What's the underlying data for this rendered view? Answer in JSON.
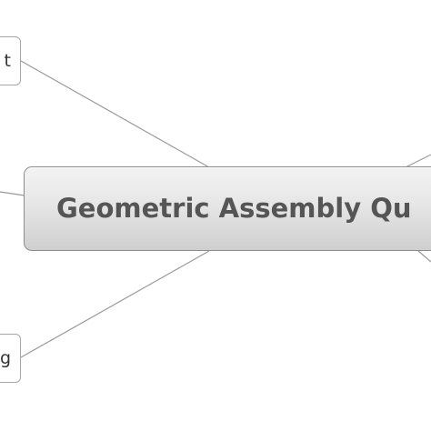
{
  "central_topic": {
    "title": "Geometric Assembly Qu"
  },
  "branches": [
    {
      "label": "t"
    },
    {
      "label": ""
    },
    {
      "label": "g"
    }
  ],
  "colors": {
    "connector": "#9a9a9a",
    "node_border": "#8d8d8d",
    "central_text": "#555555",
    "branch_text": "#333333",
    "background": "#ffffff"
  }
}
